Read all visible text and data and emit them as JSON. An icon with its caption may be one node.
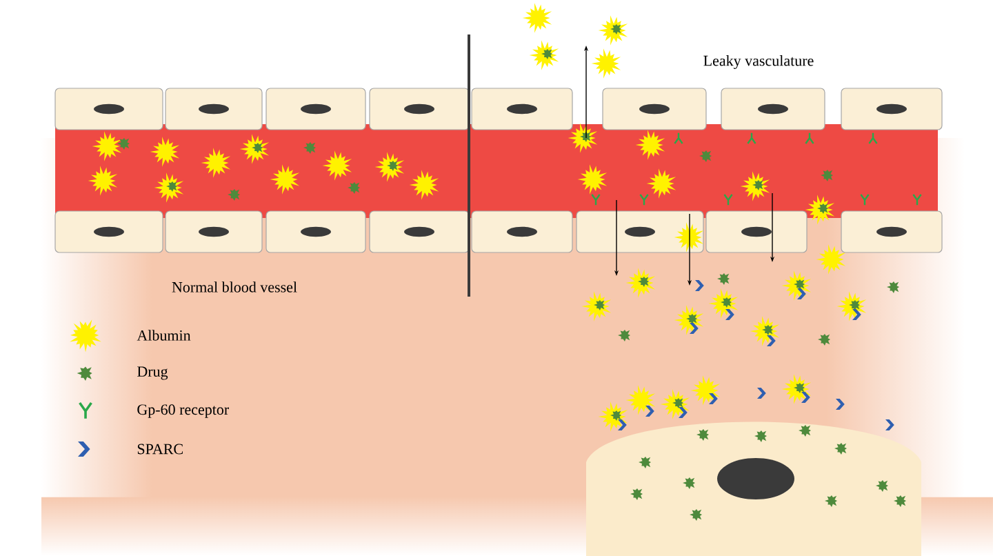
{
  "diagram": {
    "labels": [
      "Leaky vasculature",
      "Normal blood vessel"
    ],
    "legend": [
      {
        "text": "Albumin"
      },
      {
        "text": "Drug"
      },
      {
        "text": "Gp-60 receptor"
      },
      {
        "text": "SPARC"
      }
    ]
  }
}
